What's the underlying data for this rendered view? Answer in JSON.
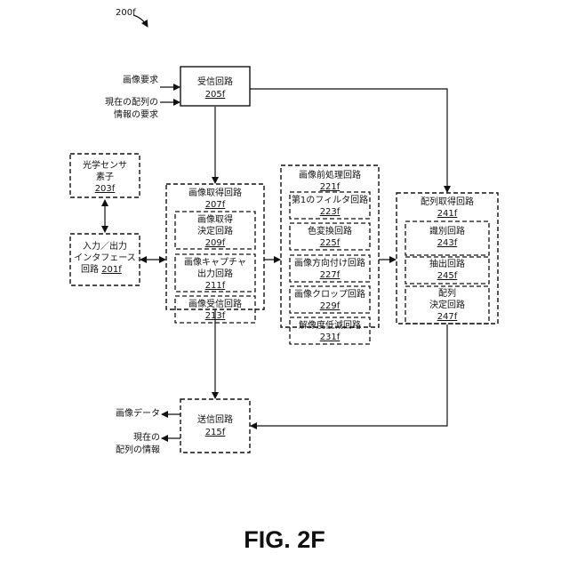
{
  "figure_ref": "200f",
  "figure_label": "FIG. 2F",
  "inputs": {
    "image_request": "画像要求",
    "array_info_request_l1": "現在の配列の",
    "array_info_request_l2": "情報の要求"
  },
  "outputs": {
    "image_data": "画像データ",
    "array_info_l1": "現在の",
    "array_info_l2": "配列の情報"
  },
  "receive_circuit": {
    "label": "受信回路",
    "ref": "205f"
  },
  "transmit_circuit": {
    "label": "送信回路",
    "ref": "215f"
  },
  "optical_sensor": {
    "label_l1": "光学センサ",
    "label_l2": "素子",
    "ref": "203f"
  },
  "io_interface": {
    "label_l1": "入力／出力",
    "label_l2": "インタフェース",
    "label_l3": "回路",
    "ref": "201f"
  },
  "image_acquisition": {
    "label": "画像取得回路",
    "ref": "207f",
    "sub": [
      {
        "label_l1": "画像取得",
        "label_l2": "決定回路",
        "ref": "209f"
      },
      {
        "label_l1": "画像キャプチャ",
        "label_l2": "出力回路",
        "ref": "211f"
      },
      {
        "label_l1": "画像受信回路",
        "ref": "213f"
      }
    ]
  },
  "preprocessing": {
    "label": "画像前処理回路",
    "ref": "221f",
    "sub": [
      {
        "label": "第1のフィルタ回路",
        "ref": "223f"
      },
      {
        "label": "色変換回路",
        "ref": "225f"
      },
      {
        "label": "画像方向付け回路",
        "ref": "227f"
      },
      {
        "label": "画像クロップ回路",
        "ref": "229f"
      },
      {
        "label": "解像度低減回路",
        "ref": "231f"
      }
    ]
  },
  "array_acquisition": {
    "label": "配列取得回路",
    "ref": "241f",
    "sub": [
      {
        "label": "識別回路",
        "ref": "243f"
      },
      {
        "label": "抽出回路",
        "ref": "245f"
      },
      {
        "label_l1": "配列",
        "label_l2": "決定回路",
        "ref": "247f"
      }
    ]
  }
}
